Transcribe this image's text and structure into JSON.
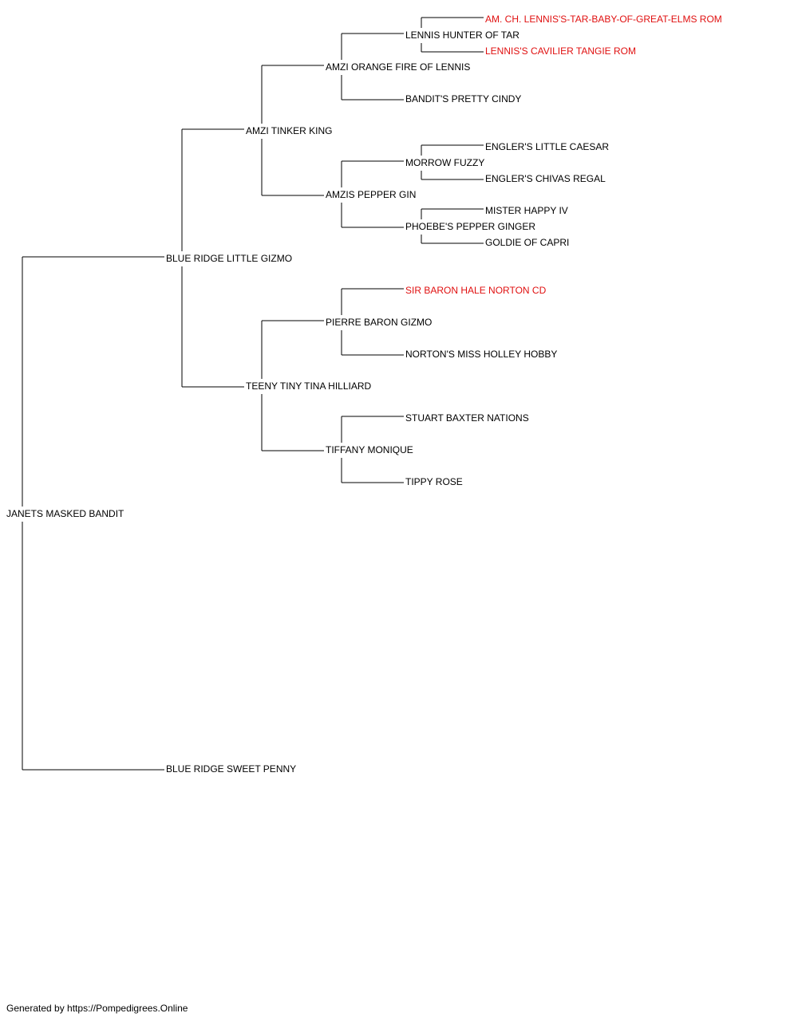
{
  "colors": {
    "text": "#000000",
    "highlight": "#e01010",
    "line": "#000000",
    "background": "#ffffff"
  },
  "footer": "Generated by https://Pompedigrees.Online",
  "pedigree": [
    {
      "id": "n1",
      "name": "JANETS MASKED BANDIT",
      "highlight": false
    },
    {
      "id": "n2",
      "name": "BLUE RIDGE LITTLE GIZMO",
      "highlight": false
    },
    {
      "id": "n3",
      "name": "BLUE RIDGE SWEET PENNY",
      "highlight": false
    },
    {
      "id": "n4",
      "name": "AMZI TINKER KING",
      "highlight": false
    },
    {
      "id": "n5",
      "name": "TEENY TINY TINA HILLIARD",
      "highlight": false
    },
    {
      "id": "n6",
      "name": "AMZI ORANGE FIRE OF LENNIS",
      "highlight": false
    },
    {
      "id": "n7",
      "name": "AMZIS PEPPER GIN",
      "highlight": false
    },
    {
      "id": "n8",
      "name": "PIERRE BARON GIZMO",
      "highlight": false
    },
    {
      "id": "n9",
      "name": "TIFFANY MONIQUE",
      "highlight": false
    },
    {
      "id": "n10",
      "name": "LENNIS HUNTER OF TAR",
      "highlight": false
    },
    {
      "id": "n11",
      "name": "BANDIT'S PRETTY CINDY",
      "highlight": false
    },
    {
      "id": "n12",
      "name": "MORROW FUZZY",
      "highlight": false
    },
    {
      "id": "n13",
      "name": "PHOEBE'S PEPPER GINGER",
      "highlight": false
    },
    {
      "id": "n14",
      "name": "SIR BARON HALE NORTON CD",
      "highlight": true
    },
    {
      "id": "n15",
      "name": "NORTON'S MISS HOLLEY HOBBY",
      "highlight": false
    },
    {
      "id": "n16",
      "name": "STUART BAXTER NATIONS",
      "highlight": false
    },
    {
      "id": "n17",
      "name": "TIPPY ROSE",
      "highlight": false
    },
    {
      "id": "n18",
      "name": "AM. CH. LENNIS'S-TAR-BABY-OF-GREAT-ELMS ROM",
      "highlight": true
    },
    {
      "id": "n19",
      "name": "LENNIS'S CAVILIER TANGIE ROM",
      "highlight": true
    },
    {
      "id": "n20",
      "name": "ENGLER'S LITTLE CAESAR",
      "highlight": false
    },
    {
      "id": "n21",
      "name": "ENGLER'S CHIVAS REGAL",
      "highlight": false
    },
    {
      "id": "n22",
      "name": "MISTER HAPPY IV",
      "highlight": false
    },
    {
      "id": "n23",
      "name": "GOLDIE OF CAPRI",
      "highlight": false
    }
  ]
}
